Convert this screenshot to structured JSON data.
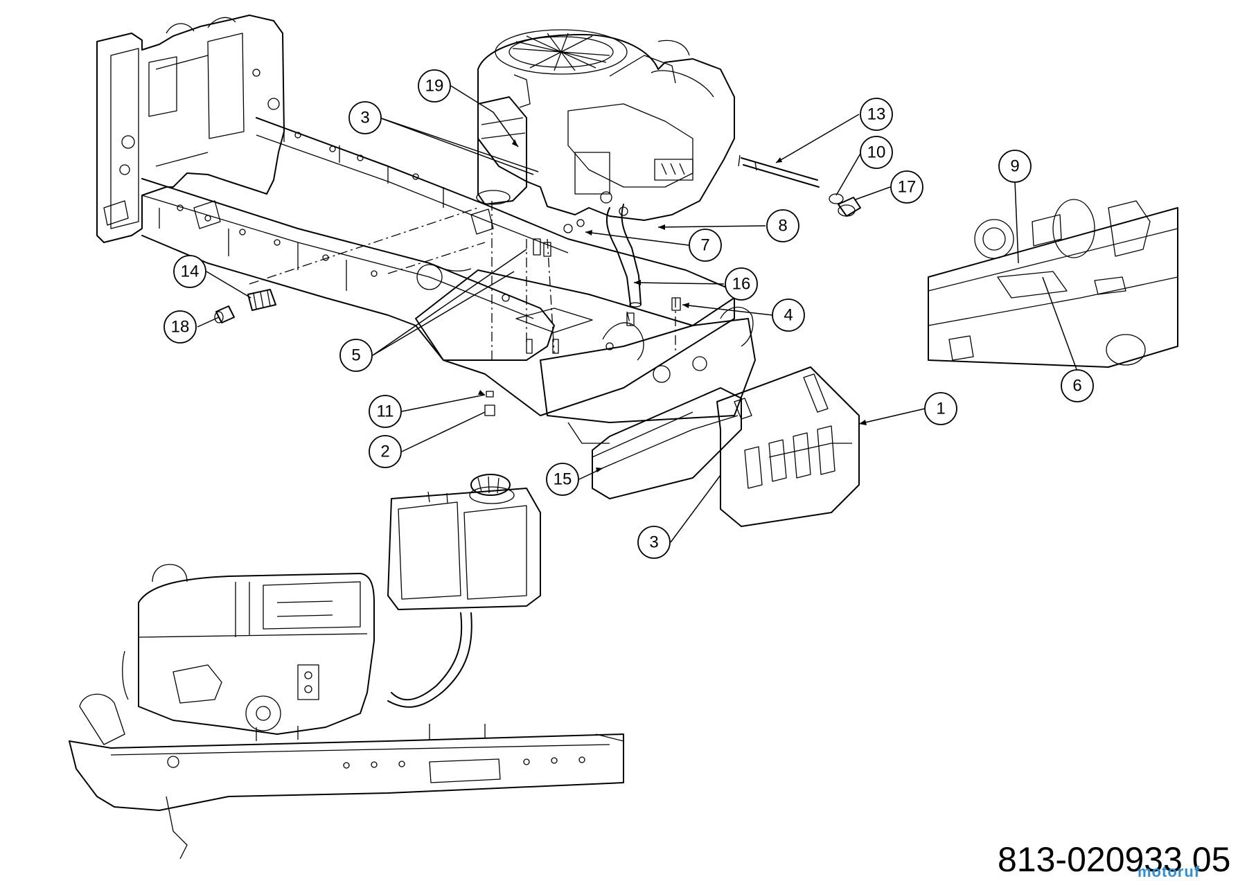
{
  "drawing_number": "813-020933 05",
  "watermark": "motoruf",
  "callouts": [
    {
      "label": "1"
    },
    {
      "label": "2"
    },
    {
      "label": "3"
    },
    {
      "label": "3"
    },
    {
      "label": "4"
    },
    {
      "label": "5"
    },
    {
      "label": "6"
    },
    {
      "label": "7"
    },
    {
      "label": "8"
    },
    {
      "label": "9"
    },
    {
      "label": "10"
    },
    {
      "label": "11"
    },
    {
      "label": "13"
    },
    {
      "label": "14"
    },
    {
      "label": "15"
    },
    {
      "label": "16"
    },
    {
      "label": "17"
    },
    {
      "label": "18"
    },
    {
      "label": "19"
    }
  ]
}
